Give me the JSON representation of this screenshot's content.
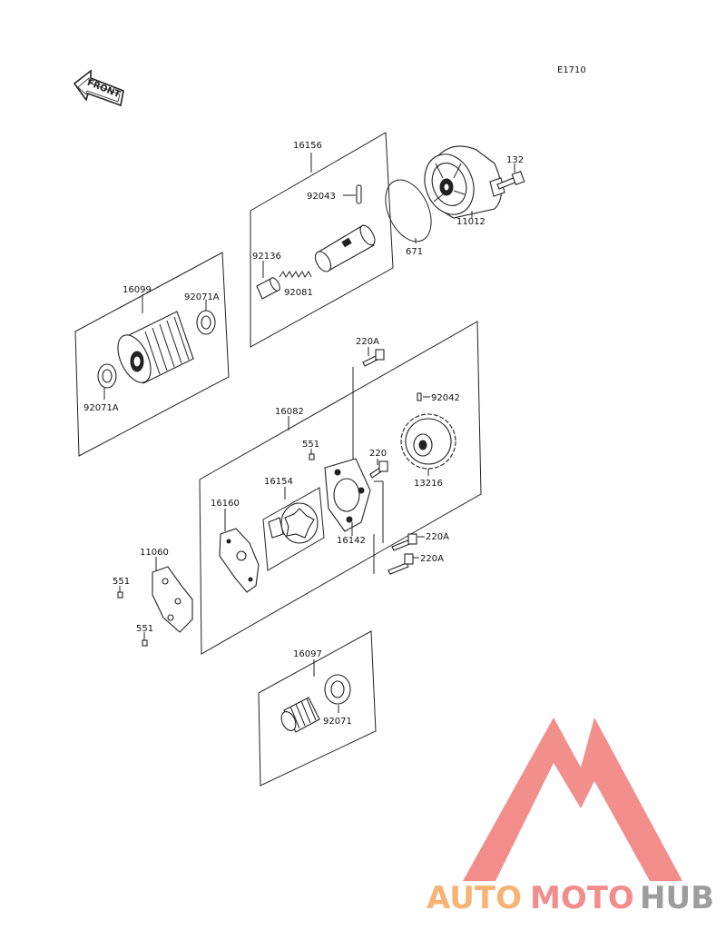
{
  "figure_code": "E1710",
  "front_label": "FRONT",
  "parts": {
    "p16156": "16156",
    "p92043": "92043",
    "p92136": "92136",
    "p92081": "92081",
    "p671": "671",
    "p11012": "11012",
    "p132": "132",
    "p16099": "16099",
    "p92071A_top": "92071A",
    "p92071A_bottom": "92071A",
    "p220A_top": "220A",
    "p92042": "92042",
    "p16082": "16082",
    "p551_top": "551",
    "p220": "220",
    "p13216": "13216",
    "p16154": "16154",
    "p16160": "16160",
    "p16142": "16142",
    "p220A_mid": "220A",
    "p220A_low": "220A",
    "p11060": "11060",
    "p551_mid": "551",
    "p551_low": "551",
    "p16097": "16097",
    "p92071": "92071"
  },
  "watermark": {
    "part1": "AUTO",
    "part2": "MOTO",
    "part3": "HUB",
    "color_orange": "#f5a65b",
    "color_red": "#f07a78",
    "color_grey": "#8c8c8c"
  }
}
